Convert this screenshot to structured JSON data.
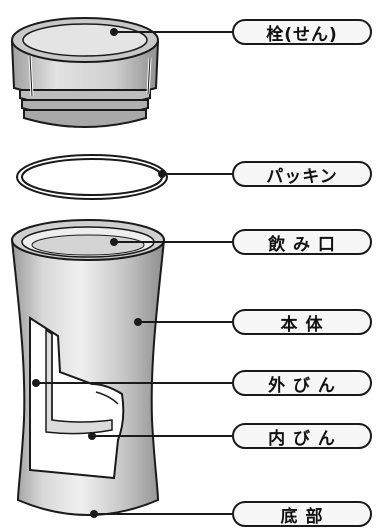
{
  "colors": {
    "outline": "#1a1a1a",
    "metal": "#bcbcbc",
    "metal_light": "#e6e6e6",
    "window": "#ffffff"
  },
  "parts": [
    {
      "id": "stopper",
      "label": "栓(せん)"
    },
    {
      "id": "packing",
      "label": "パッキン"
    },
    {
      "id": "mouth",
      "label": "飲 み 口"
    },
    {
      "id": "body",
      "label": "本 体"
    },
    {
      "id": "outer",
      "label": "外 び ん"
    },
    {
      "id": "inner",
      "label": "内 び ん"
    },
    {
      "id": "bottom",
      "label": "底 部"
    }
  ]
}
